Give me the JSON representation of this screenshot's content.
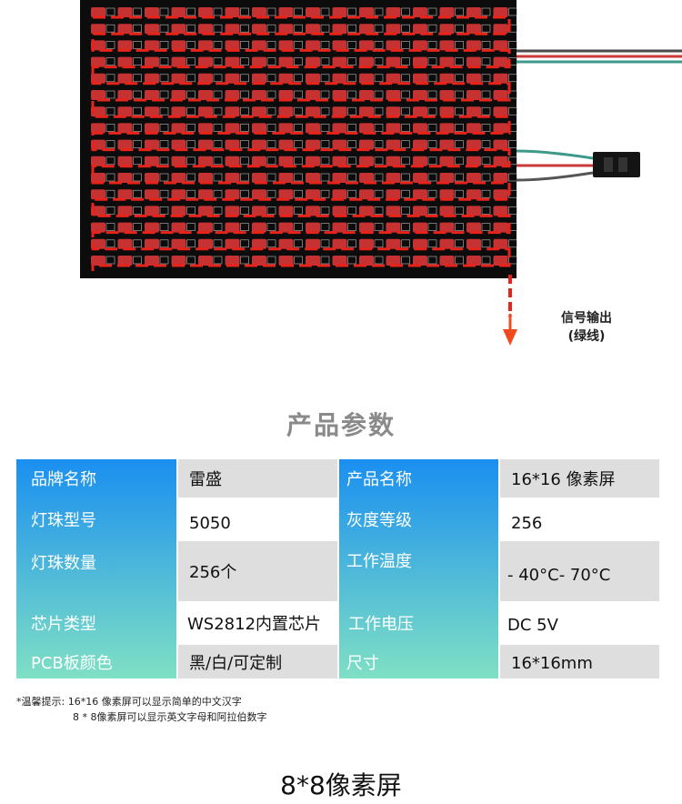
{
  "signal_output": {
    "line1": "信号输出",
    "line2": "(绿线)"
  },
  "section_title": "产品参数",
  "params": {
    "brand_label": "品牌名称",
    "brand_value": "雷盛",
    "product_label": "产品名称",
    "product_value": "16*16 像素屏",
    "bead_type_label": "灯珠型号",
    "bead_type_value": "5050",
    "gray_label": "灰度等级",
    "gray_value": "256",
    "bead_count_label": "灯珠数量",
    "bead_count_value": "256个",
    "temp_label": "工作温度",
    "temp_value": "- 40°C- 70°C",
    "chip_label": "芯片类型",
    "chip_value": "WS2812内置芯片",
    "voltage_label": "工作电压",
    "voltage_value": "DC 5V",
    "pcb_label": "PCB板颜色",
    "pcb_value": "黑/白/可定制",
    "size_label": "尺寸",
    "size_value": "16*16mm"
  },
  "notes": {
    "line1": "*温馨提示: 16*16 像素屏可以显示简单的中文汉字",
    "line2": "8 * 8像素屏可以显示英文字母和阿拉伯数字"
  },
  "bottom_title": "8*8像素屏",
  "colors": {
    "trace_red": "#e8231a",
    "pcb_black": "#0c0c0c",
    "led_red": "#e83a3a",
    "arrow_orange": "#f04a1e"
  }
}
